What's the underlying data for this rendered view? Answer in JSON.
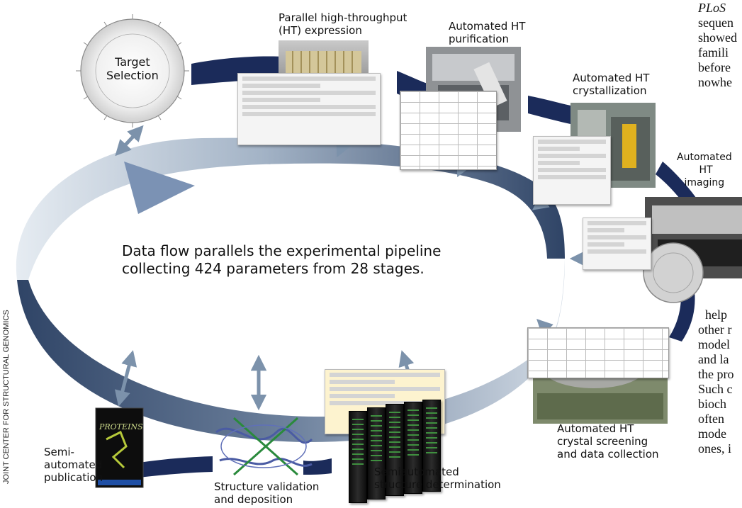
{
  "stages": {
    "target_selection": "Target\nSelection",
    "ht_expression": "Parallel high-throughput\n(HT) expression",
    "ht_purification": "Automated HT\npurification",
    "ht_crystallization": "Automated HT\ncrystallization",
    "ht_imaging": "Automated\n HT\nimaging",
    "crystal_screening": "Automated HT\ncrystal screening\nand data collection",
    "structure_determination": "Semiautomated\nstructure determination",
    "structure_validation": "Structure validation\nand deposition",
    "publication": "Semi-\nautomated\npublication"
  },
  "center_text": "Data flow parallels the experimental pipeline\ncollecting 424 parameters from 28 stages.",
  "credit": "JOINT CENTER FOR STRUCTURAL GENOMICS",
  "cover_title": "PROTEINS",
  "side_text_top": [
    "PLoS",
    "sequen",
    "showed",
    "famili",
    "before",
    "nowhe"
  ],
  "side_text_bottom": [
    "help",
    "other r",
    "model",
    "and la",
    "the pro",
    "Such c",
    "bioch",
    "often",
    "mode",
    "ones, i"
  ],
  "colors": {
    "pipeline": "#1b2b5a",
    "loop_dark": "#3d5272",
    "loop_light": "#e6ecf2",
    "arrow": "#7c92ab"
  }
}
